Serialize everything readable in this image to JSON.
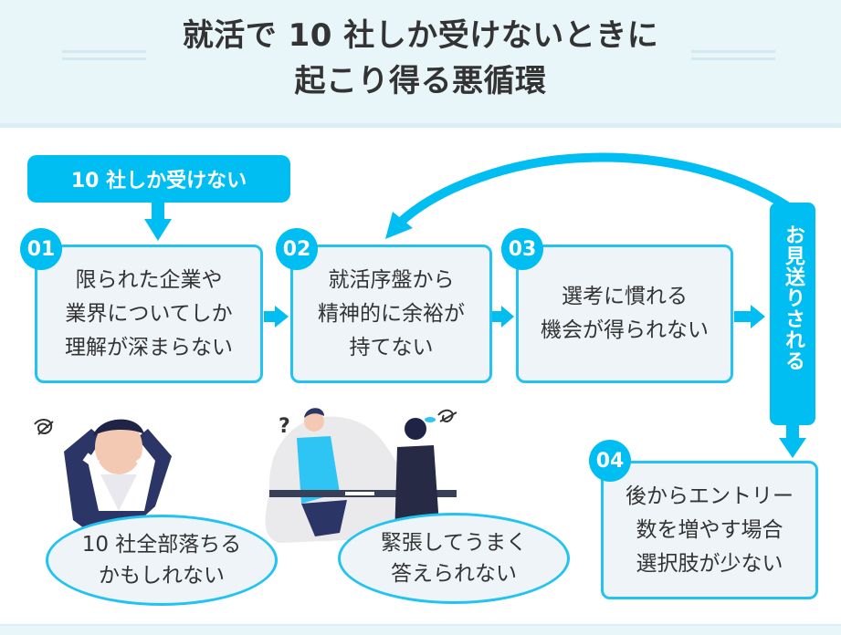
{
  "header": {
    "title_line1": "就活で 10 社しか受けないときに",
    "title_line2": "起こり得る悪循環"
  },
  "start": {
    "label": "10 社しか受けない"
  },
  "steps": [
    {
      "number": "01",
      "lines": [
        "限られた企業や",
        "業界についてしか",
        "理解が深まらない"
      ]
    },
    {
      "number": "02",
      "lines": [
        "就活序盤から",
        "精神的に余裕が",
        "持てない"
      ]
    },
    {
      "number": "03",
      "lines": [
        "選考に慣れる",
        "機会が得られない"
      ]
    },
    {
      "number": "04",
      "lines": [
        "後からエントリー",
        "数を増やす場合",
        "選択肢が少ない"
      ]
    }
  ],
  "rejection": {
    "label": "お見送りされる"
  },
  "bubbles": [
    {
      "lines": [
        "10 社全部落ちる",
        "かもしれない"
      ]
    },
    {
      "lines": [
        "緊張してうまく",
        "答えられない"
      ]
    }
  ],
  "illustrations": [
    {
      "icon": "worried-person-icon"
    },
    {
      "icon": "interview-scene-icon"
    }
  ],
  "colors": {
    "accent": "#00bdf2",
    "box_bg": "#eef4f7",
    "header_bg": "#e8f5f9",
    "text": "#333333"
  }
}
